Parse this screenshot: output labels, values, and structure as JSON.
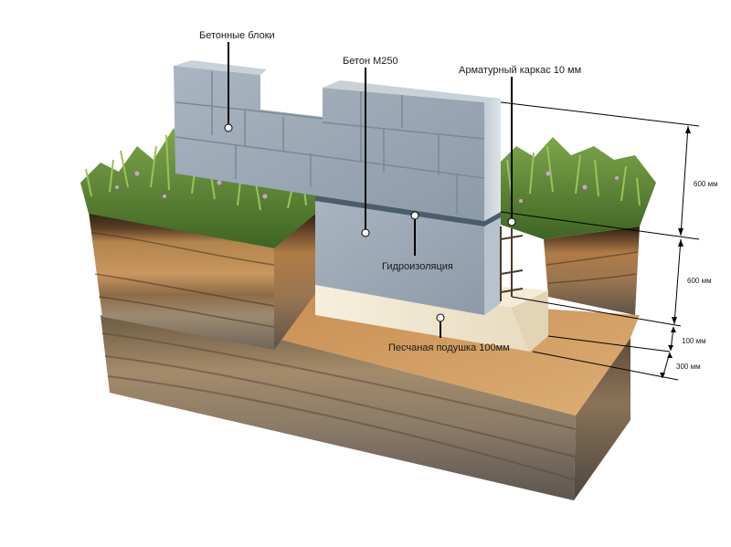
{
  "labels": {
    "blocks": "Бетонные блоки",
    "concrete": "Бетон М250",
    "rebar": "Арматурный каркас 10 мм",
    "waterproofing": "Гидроизоляция",
    "sand": "Песчаная подушка 100мм"
  },
  "dimensions": {
    "wall_blocks": "600 мм",
    "foundation": "600 мм",
    "sand_cushion": "100 мм",
    "bottom_layer": "300 мм"
  },
  "colors": {
    "concrete": "#98a7b4",
    "sand_cushion": "#f1e9d4",
    "trench_floor": "#d19c5d",
    "grass": "#5e8a35",
    "soil_dark": "#3a2a1c",
    "clay": "#c8945a"
  }
}
